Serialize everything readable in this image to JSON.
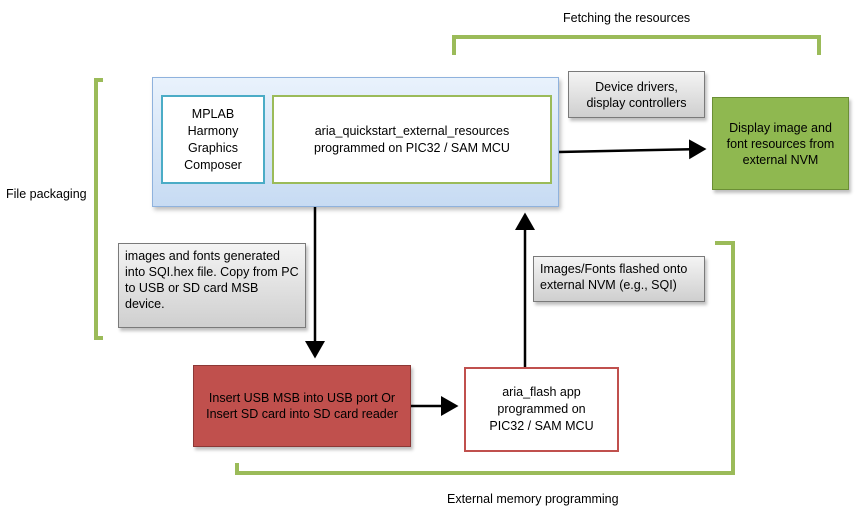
{
  "labels": {
    "fetching": "Fetching the resources",
    "file_packaging": "File packaging",
    "external_programming": "External memory programming"
  },
  "boxes": {
    "mplab": "MPLAB Harmony Graphics Composer",
    "quickstart": "aria_quickstart_external_resources programmed on PIC32 / SAM MCU",
    "display": "Display image and font resources from external NVM",
    "drivers": "Device drivers, display controllers",
    "insert": "Insert USB MSB into USB port Or Insert SD card into SD card reader",
    "flash_app": "aria_flash app programmed on PIC32 / SAM MCU"
  },
  "notes": {
    "images_generated": "images and fonts generated into SQI.hex file.  Copy from PC to USB or SD card MSB device.",
    "flashed_onto": "Images/Fonts flashed onto external NVM (e.g., SQI)"
  },
  "colors": {
    "bracket_green": "#9bbb59",
    "display_green": "#8fb850",
    "insert_red": "#c0504d",
    "mplab_border": "#4bacc6",
    "panel_blue": "#c7dbf3"
  }
}
